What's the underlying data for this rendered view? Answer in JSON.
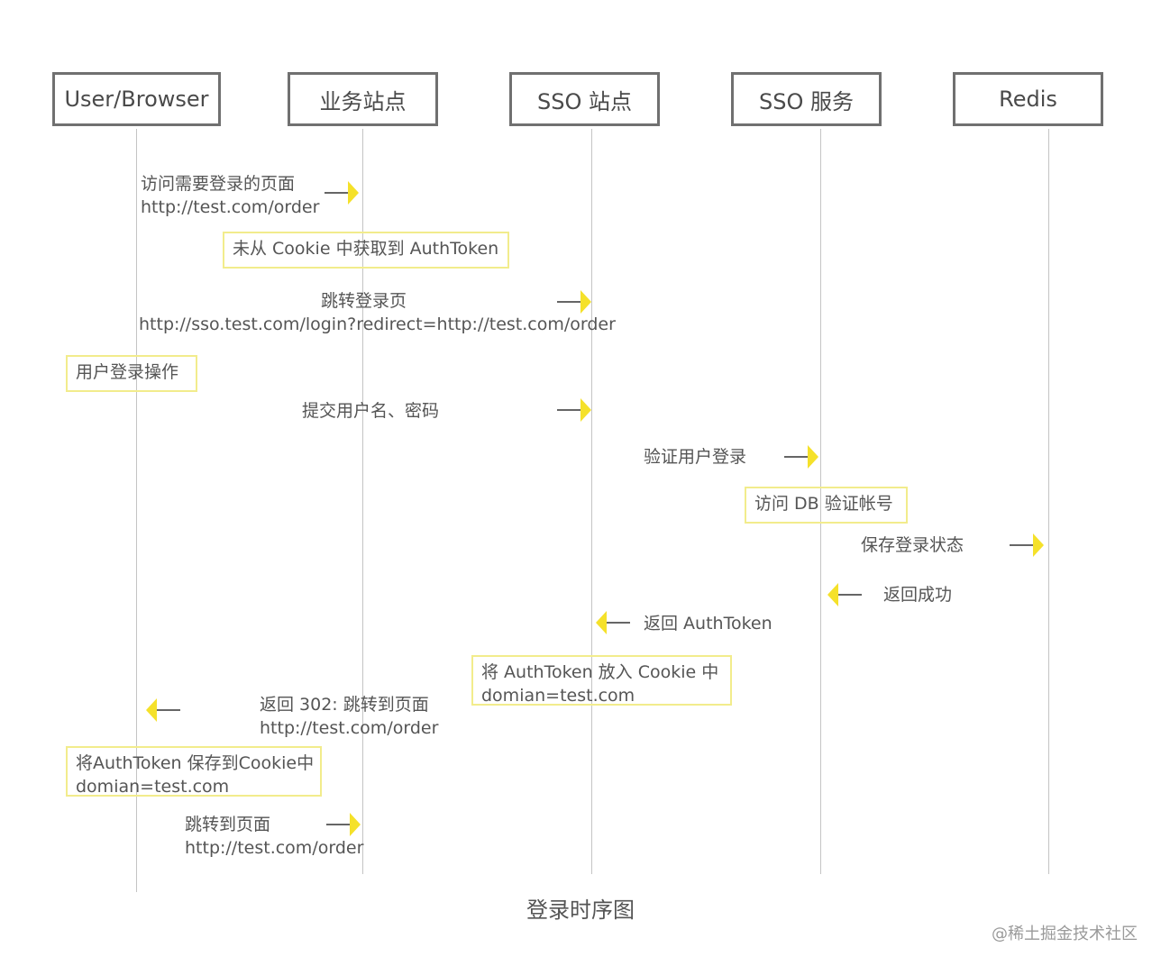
{
  "actors": [
    "User/Browser",
    "业务站点",
    "SSO 站点",
    "SSO 服务",
    "Redis"
  ],
  "messages": {
    "m1_l1": "访问需要登录的页面",
    "m1_l2": "http://test.com/order",
    "m2_l1": "跳转登录页",
    "m2_l2": "http://sso.test.com/login?redirect=http://test.com/order",
    "m3": "提交用户名、密码",
    "m4": "验证用户登录",
    "m5": "保存登录状态",
    "m6": "返回成功",
    "m7": "返回 AuthToken",
    "m8_l1": "返回 302: 跳转到页面",
    "m8_l2": "http://test.com/order",
    "m9_l1": "跳转到页面",
    "m9_l2": "http://test.com/order"
  },
  "notes": {
    "n1": "未从 Cookie 中获取到 AuthToken",
    "n2": "用户登录操作",
    "n3": "访问 DB 验证帐号",
    "n4_l1": "将 AuthToken 放入 Cookie 中",
    "n4_l2": "domian=test.com",
    "n5_l1": "将AuthToken 保存到Cookie中",
    "n5_l2": "domian=test.com"
  },
  "caption": "登录时序图",
  "watermark": "@稀土掘金技术社区",
  "colors": {
    "arrow_yellow": "#f5e12a",
    "note_border": "#f2ec8c",
    "actor_border": "#707070",
    "lifeline": "#c4c4c4"
  }
}
